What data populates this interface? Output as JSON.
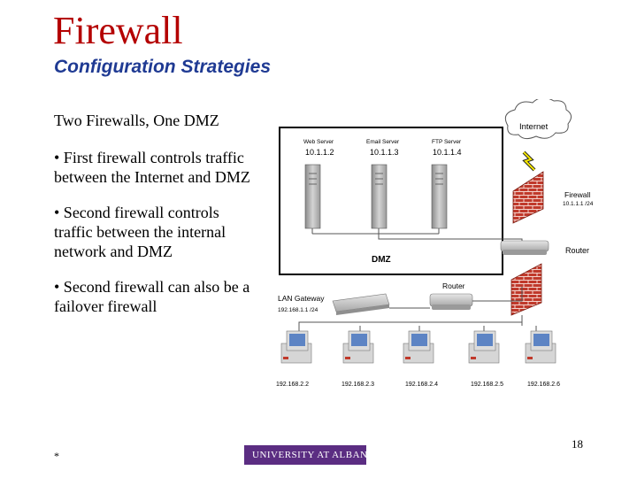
{
  "slide": {
    "title": "Firewall",
    "subtitle": "Configuration Strategies",
    "heading": "Two Firewalls, One DMZ",
    "bullets": [
      "• First firewall controls traffic between the Internet and DMZ",
      "• Second firewall controls traffic between the internal network and DMZ",
      "• Second firewall can also be a failover firewall"
    ],
    "page_number": "18",
    "footer_mark": "*",
    "logo_text": "UNIVERSITY AT ALBANY"
  },
  "diagram": {
    "internet_label": "Internet",
    "servers": [
      {
        "name": "Web Server",
        "ip": "10.1.1.2"
      },
      {
        "name": "Email Server",
        "ip": "10.1.1.3"
      },
      {
        "name": "FTP Server",
        "ip": "10.1.1.4"
      }
    ],
    "firewall_label": "Firewall",
    "firewall_ip": "10.1.1.1 /24",
    "router_top_label": "Router",
    "dmz_label": "DMZ",
    "router_mid_label": "Router",
    "lan_gateway_label": "LAN Gateway",
    "lan_gateway_ip": "192.168.1.1 /24",
    "clients": [
      "192.168.2.2",
      "192.168.2.3",
      "192.168.2.4",
      "192.168.2.5",
      "192.168.2.6"
    ]
  }
}
